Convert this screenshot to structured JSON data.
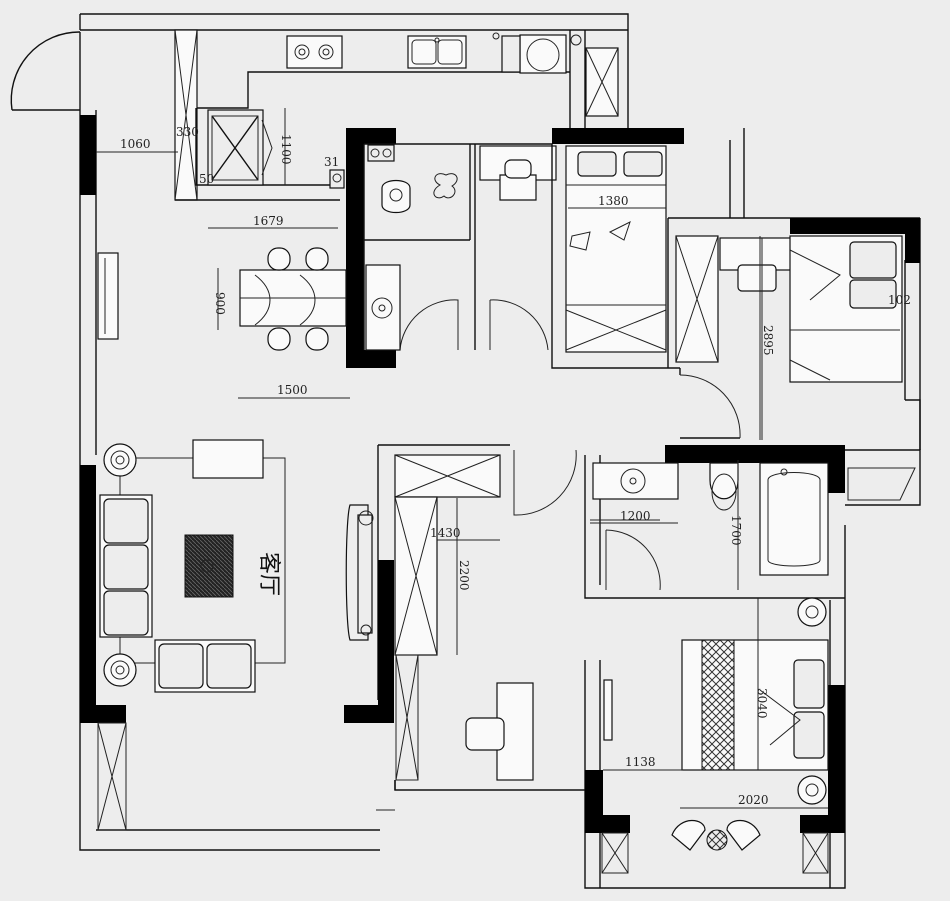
{
  "room_labels": {
    "living_room": "客厅"
  },
  "dimensions": {
    "d1060": "1060",
    "d330": "330",
    "d1100": "1100",
    "d31": "31",
    "d50": "50",
    "d1679": "1679",
    "d900": "900",
    "d1500": "1500",
    "d1380": "1380",
    "d2895": "2895",
    "d102": "102",
    "d1430": "1430",
    "d2200": "2200",
    "d1200": "1200",
    "d1700": "1700",
    "d3040": "3040",
    "d1138": "1138",
    "d2020": "2020"
  },
  "colors": {
    "wall": "#000000",
    "line": "#111111",
    "background": "#ededed",
    "hatch": "#333333"
  }
}
